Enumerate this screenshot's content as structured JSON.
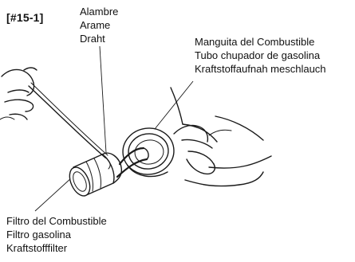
{
  "figure": {
    "id": "[#15-1]"
  },
  "labels": {
    "wire": [
      "Alambre",
      "Arame",
      "Draht"
    ],
    "fuel_hose": [
      "Manguita del Combustible",
      "Tubo chupador de gasolina",
      "Kraftstoffaufnah meschlauch"
    ],
    "fuel_filter": [
      "Filtro del Combustible",
      "Filtro gasolina",
      "Kraftstofffilter"
    ]
  }
}
